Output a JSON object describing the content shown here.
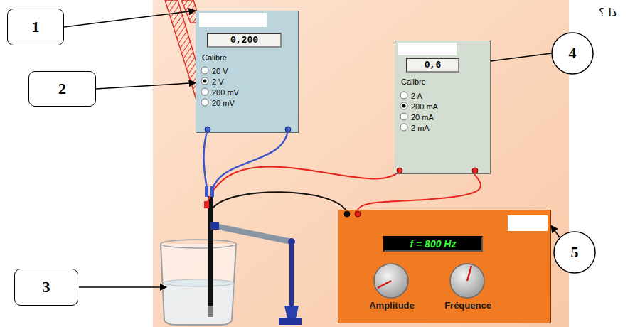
{
  "diagram": {
    "nodes": [
      {
        "text": [
          "1"
        ]
      },
      {
        "text": [
          "Calibre",
          "20 V",
          "2 V",
          "200 mV",
          "20 mV"
        ]
      },
      {
        "text": [
          "0,200"
        ],
        "in": 1
      },
      {
        "text": [
          "2"
        ]
      },
      {
        "text": [
          "Calibre",
          "2 A",
          "200 mA",
          "20 mA",
          "2 mA"
        ]
      },
      {
        "text": [
          "0,6"
        ],
        "in": 4
      },
      {
        "text": [
          "4"
        ]
      },
      {
        "text": [
          "3"
        ]
      },
      {
        "text": [
          "Amplitude",
          "Fréquence"
        ]
      },
      {
        "text": [
          "f = 800 Hz"
        ],
        "in": 8
      },
      {
        "text": [
          "5"
        ]
      }
    ],
    "edges": [
      {
        "from": 0,
        "to": 1,
        "arrow": "to"
      },
      {
        "from": 3,
        "to": 1,
        "arrow": "to"
      },
      {
        "from": 6,
        "to": 5,
        "arrow": "to"
      },
      {
        "from": 10,
        "to": 8,
        "arrow": "to"
      },
      {
        "from": 4,
        "to": 8,
        "arrow": "none"
      }
    ],
    "labels": [
      "ذا ؟"
    ]
  }
}
